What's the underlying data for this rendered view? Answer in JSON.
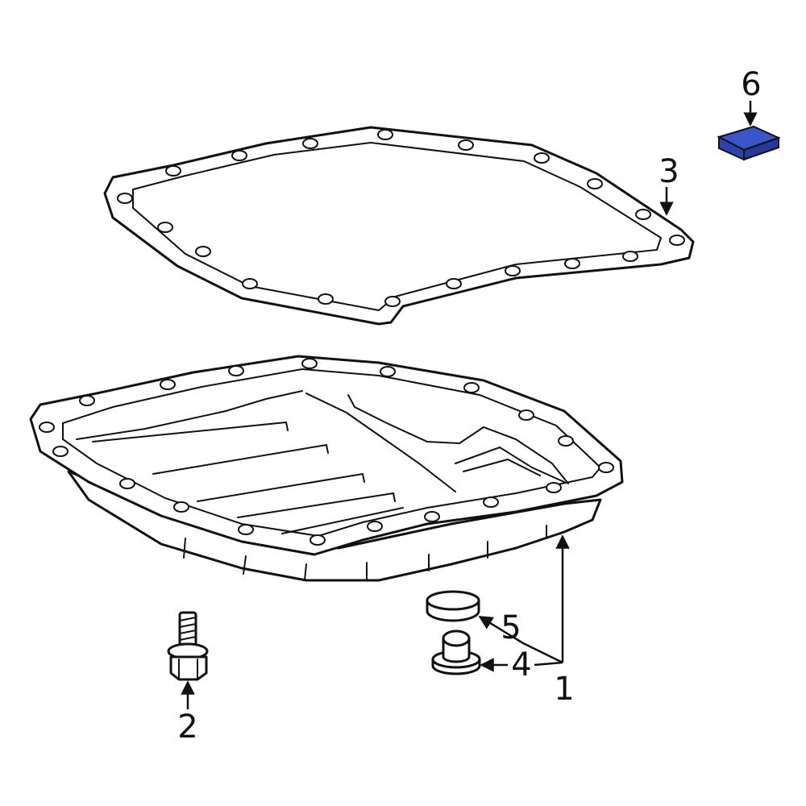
{
  "callouts": [
    {
      "id": "1",
      "label": "1"
    },
    {
      "id": "2",
      "label": "2"
    },
    {
      "id": "3",
      "label": "3"
    },
    {
      "id": "4",
      "label": "4"
    },
    {
      "id": "5",
      "label": "5"
    },
    {
      "id": "6",
      "label": "6"
    }
  ],
  "colors": {
    "highlight": "#3a55c8",
    "highlight_dark": "#1e2f7a",
    "line": "#111111",
    "background": "#ffffff"
  }
}
